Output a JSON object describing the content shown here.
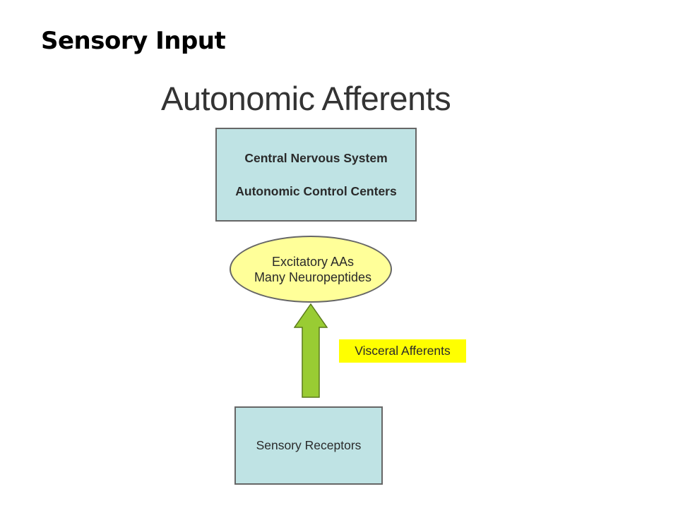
{
  "slide": {
    "title": "Sensory Input"
  },
  "diagram": {
    "heading": "Autonomic Afferents",
    "cns_box": {
      "line1": "Central Nervous System",
      "line2": "Autonomic Control Centers"
    },
    "transmitters": {
      "line1": "Excitatory AAs",
      "line2": "Many Neuropeptides"
    },
    "arrow_label": "Visceral Afferents",
    "receptor_box": {
      "label": "Sensory Receptors"
    },
    "colors": {
      "box_fill": "#bfe3e4",
      "ellipse_fill": "#ffff99",
      "arrow_fill": "#99cc33",
      "label_highlight": "#ffff00"
    }
  }
}
